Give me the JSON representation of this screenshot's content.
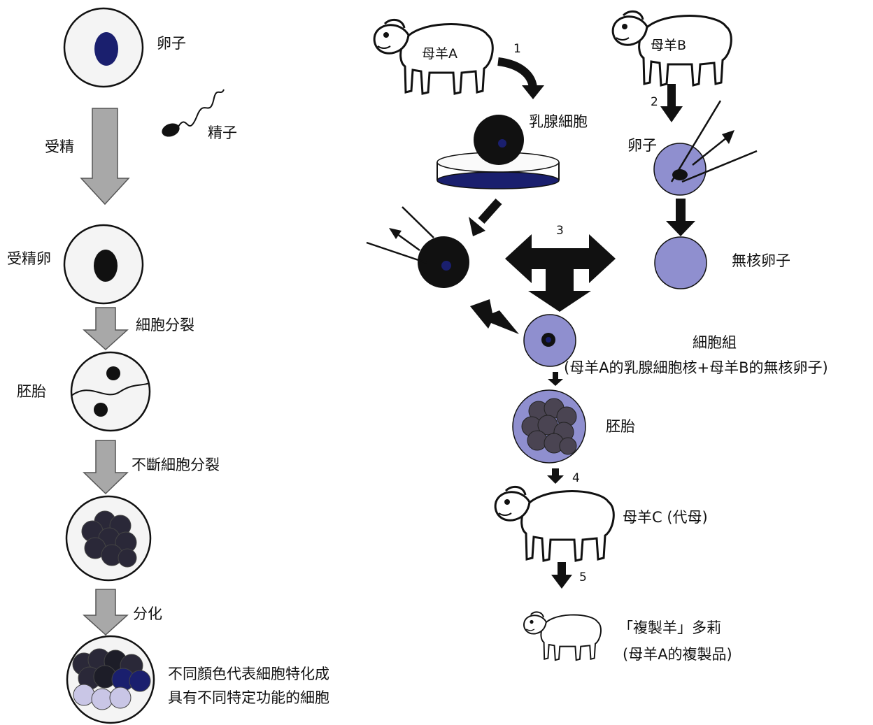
{
  "left": {
    "egg": "卵子",
    "sperm": "精子",
    "fertilization": "受精",
    "zygote": "受精卵",
    "cell_division": "細胞分裂",
    "embryo": "胚胎",
    "continuous_division": "不斷細胞分裂",
    "differentiation": "分化",
    "caption_line1": "不同顏色代表細胞特化成",
    "caption_line2": "具有不同特定功能的細胞"
  },
  "right": {
    "ewe_a": "母羊A",
    "ewe_b": "母羊B",
    "step1": "1",
    "step2": "2",
    "step3": "3",
    "step4": "4",
    "step5": "5",
    "mammary_cell": "乳腺細胞",
    "egg": "卵子",
    "enucleated_egg": "無核卵子",
    "cell_group": "細胞組",
    "cell_group_detail": "(母羊A的乳腺細胞核+母羊B的無核卵子)",
    "embryo": "胚胎",
    "ewe_c": "母羊C (代母)",
    "dolly": "「複製羊」多莉",
    "dolly_detail": "(母羊A的複製品)"
  },
  "colors": {
    "nucleus_blue": "#1a1f6e",
    "enucleated_purple": "#8f8fcf",
    "arrow_gray": "#a8a8a8",
    "dark_cell": "#2a2838",
    "light_cell": "#c9c6e6"
  }
}
